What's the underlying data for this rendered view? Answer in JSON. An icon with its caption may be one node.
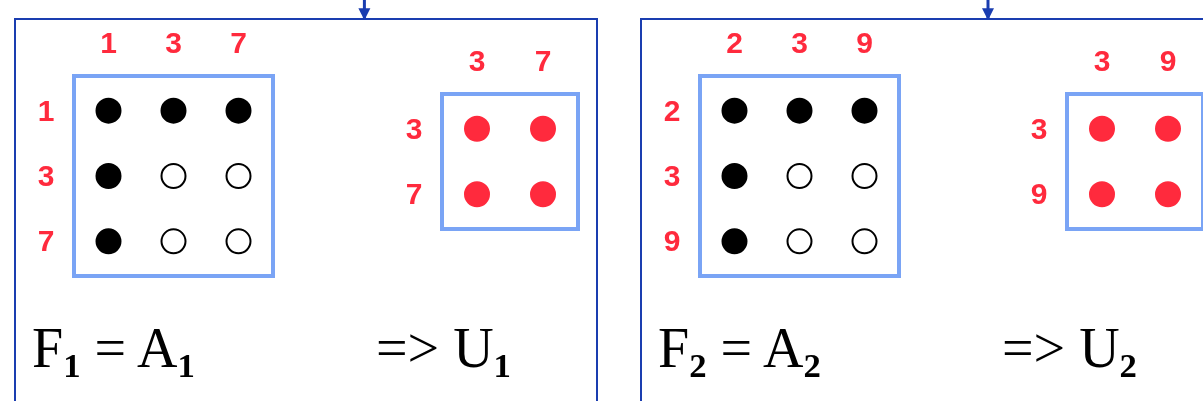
{
  "diagram": {
    "nodes": [
      {
        "text": [
          "F$_{1}$ = A$_{1}$",
          "=> U$_{1}$"
        ]
      },
      {
        "text": [],
        "shape": "box",
        "in": 0,
        "beside": [
          "1",
          "3",
          "7",
          "1",
          "3",
          "7"
        ]
      },
      {
        "text": [],
        "shape": "box",
        "in": 0,
        "beside": [
          "3",
          "7",
          "3",
          "7"
        ]
      },
      {
        "text": [
          "F$_{2}$ = A$_{2}$",
          "=> U$_{2}$"
        ]
      },
      {
        "text": [],
        "shape": "box",
        "in": 3,
        "beside": [
          "2",
          "3",
          "9",
          "2",
          "3",
          "9"
        ]
      },
      {
        "text": [],
        "shape": "box",
        "in": 3,
        "beside": [
          "3",
          "9",
          "3",
          "9"
        ]
      }
    ],
    "edges": [
      {
        "from": null,
        "to": 0,
        "arrow": "to"
      },
      {
        "from": null,
        "to": 3,
        "arrow": "to"
      }
    ]
  }
}
